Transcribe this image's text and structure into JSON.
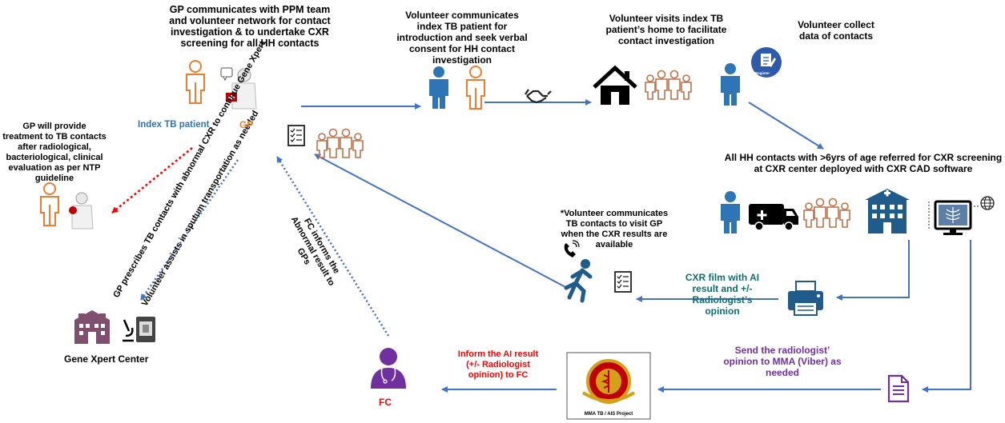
{
  "colors": {
    "arrow_blue": "#4472C4",
    "dotted_red": "#FF0000",
    "patient_orange": "#ED7D31",
    "person_blue": "#2E75B6",
    "teal": "#0E6E6E",
    "purple": "#7030A0",
    "building_purple": "#7F4F6F"
  },
  "steps": {
    "gp_communicates": "GP communicates with PPM team and volunteer network for contact investigation & to undertake CXR screening for all HH contacts",
    "volunteer_communicates": "Volunteer communicates index TB patient for introduction and seek verbal consent for HH contact investigation",
    "volunteer_visits": "Volunteer visits index TB patient’s home to facilitate contact investigation",
    "volunteer_collect": "Volunteer collect data of contacts",
    "hh_contacts_referred": "All HH contacts with >6yrs of age referred for CXR screening at CXR center deployed with CXR CAD software",
    "volunteer_results": "*Volunteer communicates TB contacts to visit GP when the CXR results are available",
    "cxr_film": "CXR film with AI result and +/-Radiologist’s opinion",
    "send_opinion": "Send the radiologist’ opinion to MMA (Viber) as needed",
    "inform_ai": "Inform the AI result (+/- Radiologist opinion) to FC",
    "fc_informs": "FC informs the Abnormal result to GPs",
    "gp_prescribes": "GP prescribes TB contacts with abnormal CXR to continue Gene Xpert",
    "volunteer_assists": "Volunteer assists in sputum transportation as needed",
    "gp_treatment": "GP will provide treatment to TB contacts after radiological, bacteriological, clinical evaluation as per NTP guideline"
  },
  "labels": {
    "index_patient": "Index TB patient",
    "gp": "GP",
    "gene_xpert_center": "Gene Xpert Center",
    "fc": "FC",
    "register": "Register",
    "mma_logo": "MMA TB / AIS Project"
  },
  "icons": [
    "person-icon",
    "doctor-icon",
    "clipboard-icon",
    "family-icon",
    "handshake-icon",
    "house-icon",
    "register-icon",
    "ambulance-icon",
    "hospital-icon",
    "xray-monitor-icon",
    "globe-icon",
    "printer-icon",
    "runner-icon",
    "phone-icon",
    "document-icon",
    "lab-building-icon",
    "microscope-icon",
    "machine-icon",
    "fc-doctor-icon",
    "mma-logo"
  ]
}
